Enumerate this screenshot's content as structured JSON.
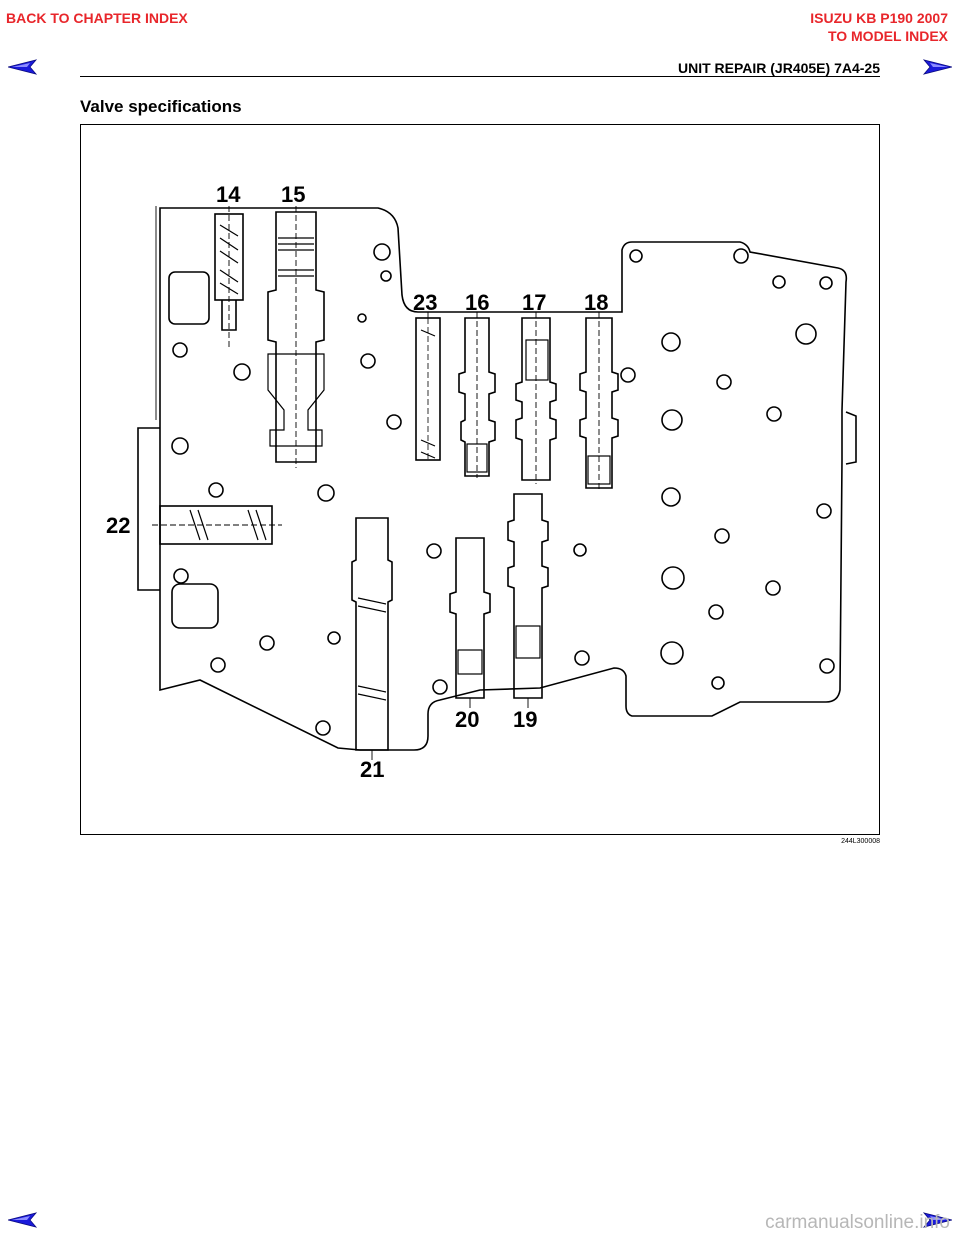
{
  "nav": {
    "back_to_chapter": "BACK TO CHAPTER INDEX",
    "model_title": "ISUZU KB P190 2007",
    "to_model_index": "TO MODEL INDEX",
    "link_color": "#e8262b",
    "arrow_color": "#1a1adb",
    "arrow_icons": [
      "prev-page-arrow-icon",
      "next-page-arrow-icon"
    ]
  },
  "header": {
    "title": "UNIT REPAIR (JR405E)  7A4-25"
  },
  "section": {
    "title": "Valve specifications"
  },
  "figure": {
    "code": "244L300008",
    "callouts": {
      "n14": "14",
      "n15": "15",
      "n16": "16",
      "n17": "17",
      "n18": "18",
      "n19": "19",
      "n20": "20",
      "n21": "21",
      "n22": "22",
      "n23": "23"
    }
  },
  "watermark": "carmanualsonline.info"
}
